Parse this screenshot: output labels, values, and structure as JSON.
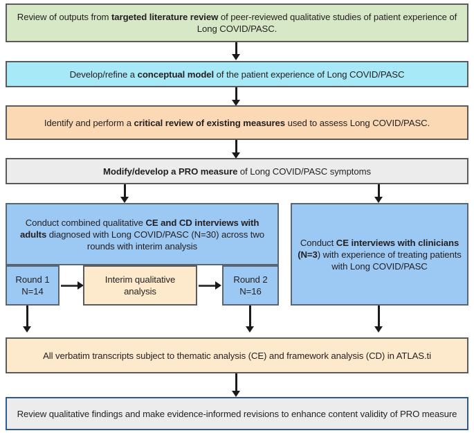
{
  "diagram": {
    "title": "Long COVID/PASC PRO measure development flowchart",
    "colors": {
      "green_fill": "#d7e8c6",
      "cyan_fill": "#a8e9f7",
      "peach_fill": "#fbd9b5",
      "gray_fill": "#ececec",
      "blue_fill": "#9cc8f4",
      "cream_fill": "#fde9cb",
      "gray_border": "#5a5a5a",
      "blue_border": "#2e5b8f",
      "arrow_color": "#1a1a1a"
    }
  },
  "nodes": {
    "literature_review": {
      "id": "literature-review",
      "text_plain": "Review of outputs from targeted literature review of peer-reviewed qualitative studies of patient experience of Long COVID/PASC.",
      "text_before_bold": "Review of outputs from ",
      "text_bold": "targeted literature review",
      "text_after_bold": " of peer-reviewed qualitative studies of patient experience of Long COVID/PASC.",
      "fill": "green"
    },
    "conceptual_model": {
      "id": "conceptual-model",
      "text_plain": "Develop/refine a conceptual model of the patient experience of Long COVID/PASC",
      "text_before_bold": "Develop/refine a ",
      "text_bold": "conceptual model",
      "text_after_bold": " of the patient experience of Long COVID/PASC",
      "fill": "cyan"
    },
    "critical_review": {
      "id": "critical-review",
      "text_plain": "Identify and perform a critical review of existing measures used to assess Long COVID/PASC.",
      "text_before_bold": "Identify and perform a ",
      "text_bold": "critical review of existing measures",
      "text_after_bold": " used to assess Long COVID/PASC.",
      "fill": "peach"
    },
    "pro_measure": {
      "id": "pro-measure",
      "text_plain": "Modify/develop a PRO measure of Long COVID/PASC symptoms",
      "text_before_bold": "",
      "text_bold": "Modify/develop a PRO measure",
      "text_after_bold": " of Long COVID/PASC symptoms",
      "fill": "gray"
    },
    "adult_interviews": {
      "id": "adult-interviews",
      "text_plain": "Conduct combined qualitative CE and CD interviews with adults diagnosed with Long COVID/PASC (N=30) across two rounds with interim analysis",
      "text_before_bold": "Conduct combined qualitative ",
      "text_bold": "CE and CD interviews with adults",
      "text_after_bold": " diagnosed with Long COVID/PASC (N=30) across two rounds with interim analysis",
      "fill": "blue"
    },
    "clinician_interviews": {
      "id": "clinician-interviews",
      "text_plain": "Conduct CE interviews with clinicians (N=3) with experience of treating patients with Long COVID/PASC",
      "text_before_bold": "Conduct ",
      "text_bold": "CE interviews with clinicians (N=3",
      "text_after_bold": ") with experience of treating patients with Long COVID/PASC",
      "fill": "blue"
    },
    "round_1": {
      "id": "round-1",
      "line1": "Round 1",
      "line2": "N=14",
      "fill": "blue"
    },
    "interim_analysis": {
      "id": "interim-analysis",
      "line1": "Interim qualitative",
      "line2": "analysis",
      "fill": "cream"
    },
    "round_2": {
      "id": "round-2",
      "line1": "Round 2",
      "line2": "N=16",
      "fill": "blue"
    },
    "transcript_analysis": {
      "id": "transcript-analysis",
      "text_plain": "All verbatim transcripts subject to thematic analysis (CE) and framework analysis (CD) in ATLAS.ti",
      "fill": "cream"
    },
    "review_findings": {
      "id": "review-findings",
      "text_plain": "Review qualitative findings and make evidence-informed revisions to enhance content validity of PRO measure",
      "fill": "gray-blue-border"
    }
  }
}
